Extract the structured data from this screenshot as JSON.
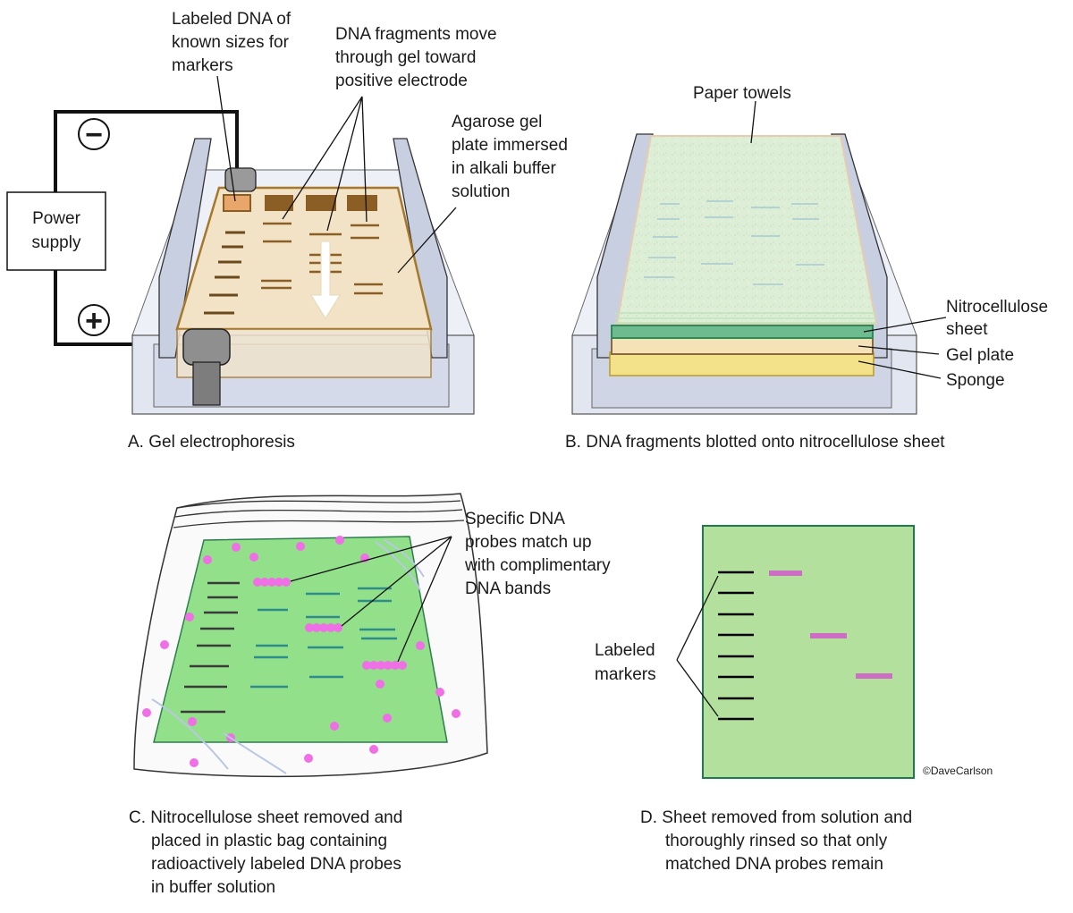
{
  "panel_a": {
    "power_label": [
      "Power",
      "supply"
    ],
    "minus_sign": "−",
    "plus_sign": "+",
    "callout_markers": [
      "Labeled DNA of",
      "known sizes for",
      "markers"
    ],
    "callout_fragments": [
      "DNA fragments move",
      "through gel toward",
      "positive electrode"
    ],
    "callout_gel": [
      "Agarose gel",
      "plate immersed",
      "in alkali buffer",
      "solution"
    ],
    "caption": "A. Gel electrophoresis",
    "colors": {
      "gel": "#f2e3c6",
      "gel_border": "#a5782c",
      "band": "#6b4a1e",
      "well": "#8a5e24",
      "buffer": "#dfe3f0"
    }
  },
  "panel_b": {
    "label_towels": "Paper towels",
    "label_nitro": [
      "Nitrocellulose",
      "sheet"
    ],
    "label_gel": "Gel plate",
    "label_sponge": "Sponge",
    "caption": "B. DNA fragments blotted onto nitrocellulose sheet",
    "colors": {
      "towel": "#d9ecd4",
      "nitro": "#2e8b57",
      "gel": "#8a6a3a",
      "sponge": "#f3e28a"
    }
  },
  "panel_c": {
    "callout_probes": [
      "Specific DNA",
      "probes match up",
      "with complimentary",
      "DNA bands"
    ],
    "caption": [
      "C.  Nitrocellulose sheet removed and",
      "placed in plastic bag containing",
      "radioactively labeled DNA probes",
      "in buffer solution"
    ],
    "colors": {
      "sheet": "#92e08a",
      "marker_band": "#3b3b3b",
      "teal_band": "#2e8c8c",
      "probe": "#f06ee6"
    }
  },
  "panel_d": {
    "callout_markers": [
      "Labeled",
      "markers"
    ],
    "caption": [
      "D.  Sheet removed from solution and",
      "thoroughly rinsed so that only",
      "matched DNA probes remain"
    ],
    "copyright": "©DaveCarlson",
    "colors": {
      "sheet": "#b3e09c",
      "marker_band": "#000000",
      "probe_band": "#cc6fc4"
    }
  }
}
